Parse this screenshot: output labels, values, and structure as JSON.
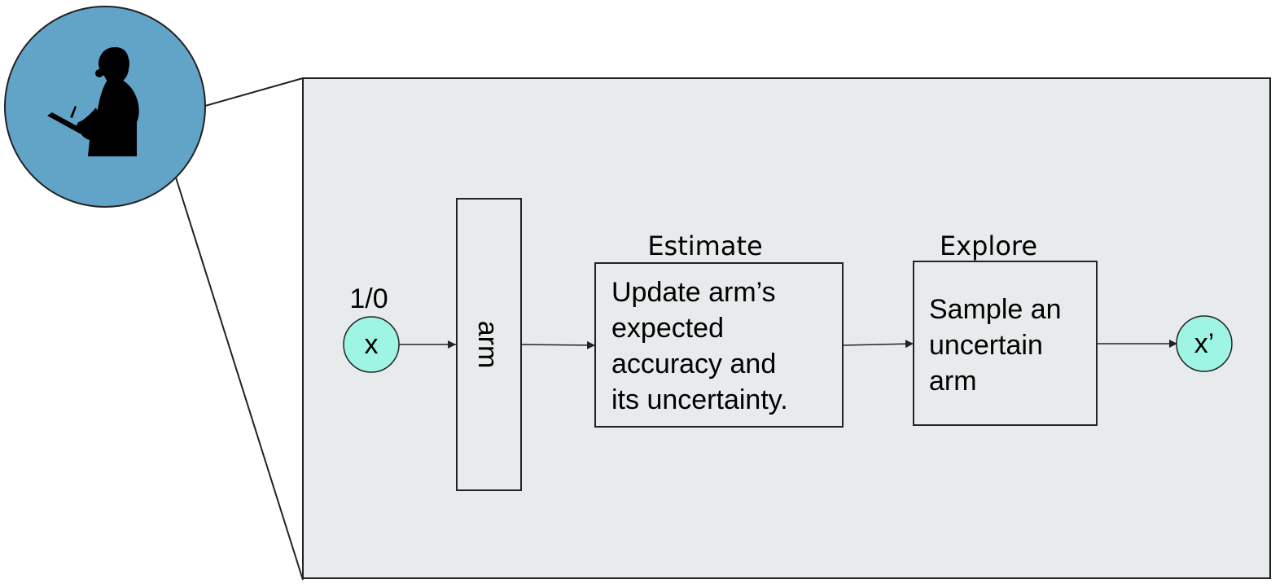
{
  "colors": {
    "avatar_circle": "#62a4c7",
    "panel_background": "#e8ebec",
    "io_node": "#9ff5e3",
    "stroke": "#222222"
  },
  "avatar": {
    "icon": "person-with-clipboard-icon"
  },
  "input_node": {
    "label": "x",
    "top_label": "1/0"
  },
  "arm_box": {
    "label": "arm"
  },
  "estimate": {
    "heading": "Estimate",
    "lines": [
      "Update arm’s",
      "expected",
      "accuracy and",
      "its uncertainty."
    ]
  },
  "explore": {
    "heading": "Explore",
    "lines": [
      "Sample an",
      "uncertain",
      "arm"
    ]
  },
  "output_node": {
    "label": "x’"
  }
}
